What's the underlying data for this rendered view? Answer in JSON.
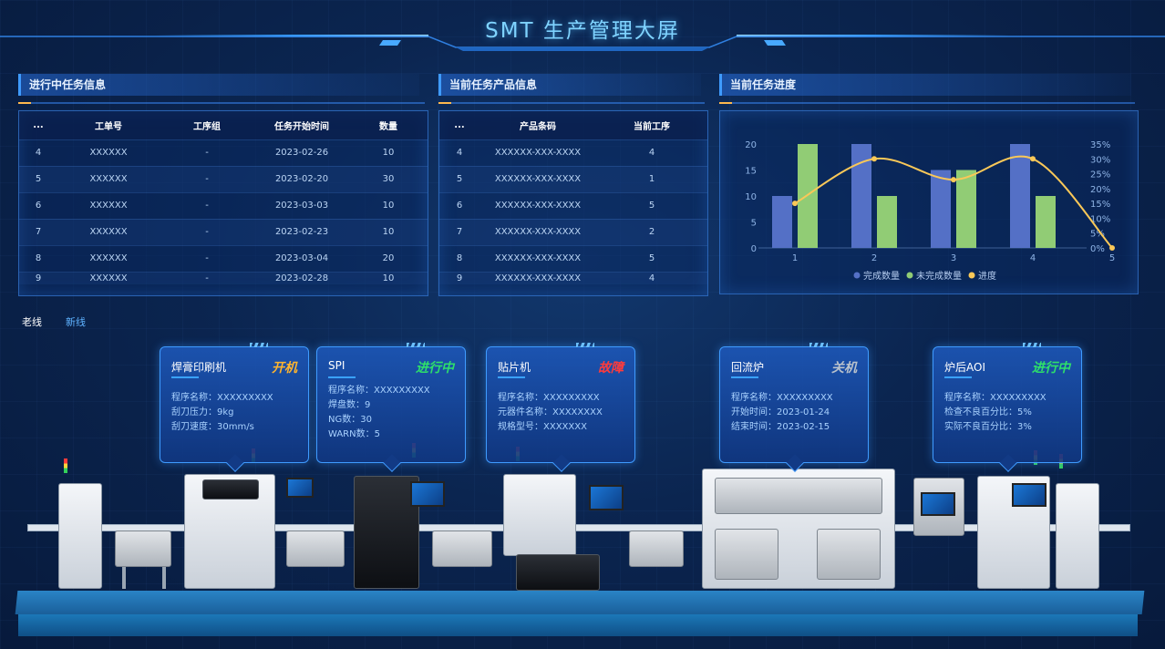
{
  "header": {
    "title": "SMT 生产管理大屏"
  },
  "tasks_panel": {
    "title": "进行中任务信息",
    "columns": [
      "...",
      "工单号",
      "工序组",
      "任务开始时间",
      "数量"
    ],
    "rows": [
      [
        "4",
        "XXXXXX",
        "-",
        "2023-02-26",
        "10"
      ],
      [
        "5",
        "XXXXXX",
        "-",
        "2023-02-20",
        "30"
      ],
      [
        "6",
        "XXXXXX",
        "-",
        "2023-03-03",
        "10"
      ],
      [
        "7",
        "XXXXXX",
        "-",
        "2023-02-23",
        "10"
      ],
      [
        "8",
        "XXXXXX",
        "-",
        "2023-03-04",
        "20"
      ],
      [
        "9",
        "XXXXXX",
        "-",
        "2023-02-28",
        "10"
      ]
    ]
  },
  "product_panel": {
    "title": "当前任务产品信息",
    "columns": [
      "...",
      "产品条码",
      "当前工序"
    ],
    "rows": [
      [
        "4",
        "XXXXXX-XXX-XXXX",
        "4"
      ],
      [
        "5",
        "XXXXXX-XXX-XXXX",
        "1"
      ],
      [
        "6",
        "XXXXXX-XXX-XXXX",
        "5"
      ],
      [
        "7",
        "XXXXXX-XXX-XXXX",
        "2"
      ],
      [
        "8",
        "XXXXXX-XXX-XXXX",
        "5"
      ],
      [
        "9",
        "XXXXXX-XXX-XXXX",
        "4"
      ]
    ]
  },
  "progress_panel": {
    "title": "当前任务进度"
  },
  "chart_data": {
    "type": "bar",
    "categories": [
      "1",
      "2",
      "3",
      "4",
      "5"
    ],
    "series": [
      {
        "name": "完成数量",
        "type": "bar",
        "axis": "left",
        "color": "#5470c6",
        "values": [
          10,
          20,
          15,
          20,
          null
        ]
      },
      {
        "name": "未完成数量",
        "type": "bar",
        "axis": "left",
        "color": "#91cc75",
        "values": [
          20,
          10,
          15,
          10,
          null
        ]
      },
      {
        "name": "进度",
        "type": "line",
        "axis": "right",
        "color": "#fac858",
        "values": [
          15,
          30,
          23,
          30,
          0
        ]
      }
    ],
    "left_axis": {
      "ticks": [
        "0",
        "5",
        "10",
        "15",
        "20"
      ],
      "ylim": [
        0,
        20
      ]
    },
    "right_axis": {
      "ticks": [
        "0%",
        "5%",
        "10%",
        "15%",
        "20%",
        "25%",
        "30%",
        "35%"
      ],
      "ylim": [
        0,
        35
      ]
    },
    "legend_position": "bottom-center"
  },
  "line_tabs": {
    "active": "老线",
    "inactive": "新线"
  },
  "machines": [
    {
      "name": "焊膏印刷机",
      "status": "开机",
      "status_color": "#ffb52e",
      "fields": [
        "程序名称：XXXXXXXXX",
        "刮刀压力：9kg",
        "刮刀速度：30mm/s"
      ]
    },
    {
      "name": "SPI",
      "status": "进行中",
      "status_color": "#2ee06a",
      "fields": [
        "程序名称：XXXXXXXXX",
        "焊盘数：9",
        "NG数：30",
        "WARN数：5"
      ]
    },
    {
      "name": "贴片机",
      "status": "故障",
      "status_color": "#ff3b3b",
      "fields": [
        "程序名称：XXXXXXXXX",
        "元器件名称：XXXXXXXX",
        "规格型号：XXXXXXX"
      ]
    },
    {
      "name": "回流炉",
      "status": "关机",
      "status_color": "#b9c2cc",
      "fields": [
        "程序名称：XXXXXXXXX",
        "开始时间：2023-01-24",
        "结束时间：2023-02-15"
      ]
    },
    {
      "name": "炉后AOI",
      "status": "进行中",
      "status_color": "#2ee06a",
      "fields": [
        "程序名称：XXXXXXXXX",
        "检查不良百分比：5%",
        "实际不良百分比：3%"
      ]
    }
  ]
}
